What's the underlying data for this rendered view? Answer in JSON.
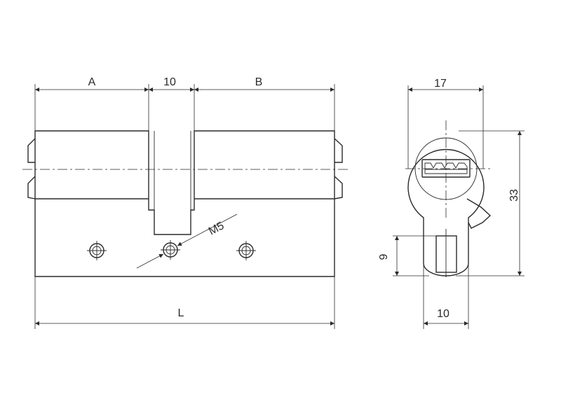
{
  "labels": {
    "dim_a": "A",
    "dim_gap": "10",
    "dim_b": "B",
    "dim_l": "L",
    "dim_thread": "M5",
    "dim_width": "17",
    "dim_height": "33",
    "dim_cam_height": "9",
    "dim_cam_width": "10"
  }
}
